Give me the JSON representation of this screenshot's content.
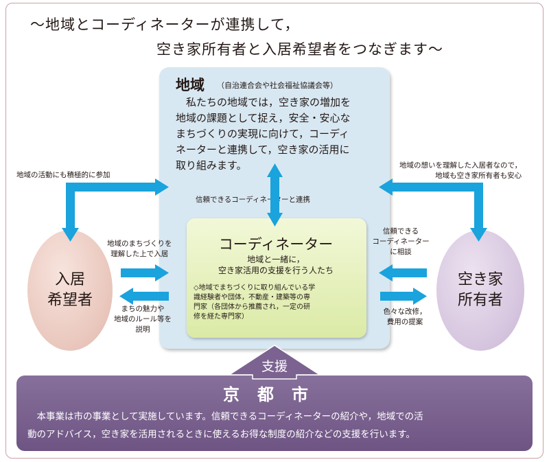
{
  "header": {
    "line1": "～地域とコーディネーターが連携して，",
    "line2": "空き家所有者と入居希望者をつなぎます～"
  },
  "region": {
    "title": "地域",
    "subtitle": "（自治連合会や社会福祉協議会等）",
    "lines": [
      "　私たちの地域では，空き家の増加を",
      "地域の課題として捉え，安全・安心な",
      "まちづくりの実現に向けて，コーディ",
      "ネーターと連携して，空き家の活用に",
      "取り組みます。"
    ]
  },
  "link_label": "信頼できるコーディネーターと連携",
  "coordinator": {
    "title": "コーディネーター",
    "sub_lines": [
      "地域と一緒に，",
      "空き家活用の支援を行う人たち"
    ],
    "note_lines": [
      "◇地域でまちづくりに取り組んでいる学",
      "識経験者や団体，不動産・建築等の専",
      "門家（各団体から推薦され，一定の研",
      "修を経た専門家）"
    ]
  },
  "tenant": {
    "label_lines": [
      "入居",
      "希望者"
    ]
  },
  "owner": {
    "label_lines": [
      "空き家",
      "所有者"
    ]
  },
  "annotations": {
    "tenant_to_region": "地域の活動にも積極的に参加",
    "owner_region_lines": [
      "地域の想いを理解した入居者なので，",
      "地域も空き家所有者も安心"
    ],
    "tenant_to_coord_lines": [
      "地域のまちづくりを",
      "理解した上で入居"
    ],
    "coord_to_tenant_lines": [
      "まちの魅力や",
      "地域のルール等を",
      "説明"
    ],
    "owner_to_coord_lines": [
      "信頼できる",
      "コーディネーター",
      "に相談"
    ],
    "coord_to_owner_lines": [
      "色々な改修，",
      "費用の提案"
    ]
  },
  "support_label": "支援",
  "kyoto": {
    "title": "京都市",
    "lines": [
      "　本事業は市の事業として実施しています。信頼できるコーディネーターの紹介や，地域での活",
      "動のアドバイス，空き家を活用されるときに使えるお得な制度の紹介などの支援を行います。"
    ]
  },
  "colors": {
    "arrow": "#1aa3dc",
    "region_bg": "#d8e8f2",
    "coordinator_bg": "#e4efbc",
    "tenant_bg": "#e9c6bc",
    "owner_bg": "#d5c4de",
    "kyoto_bg": "#7b6290"
  }
}
